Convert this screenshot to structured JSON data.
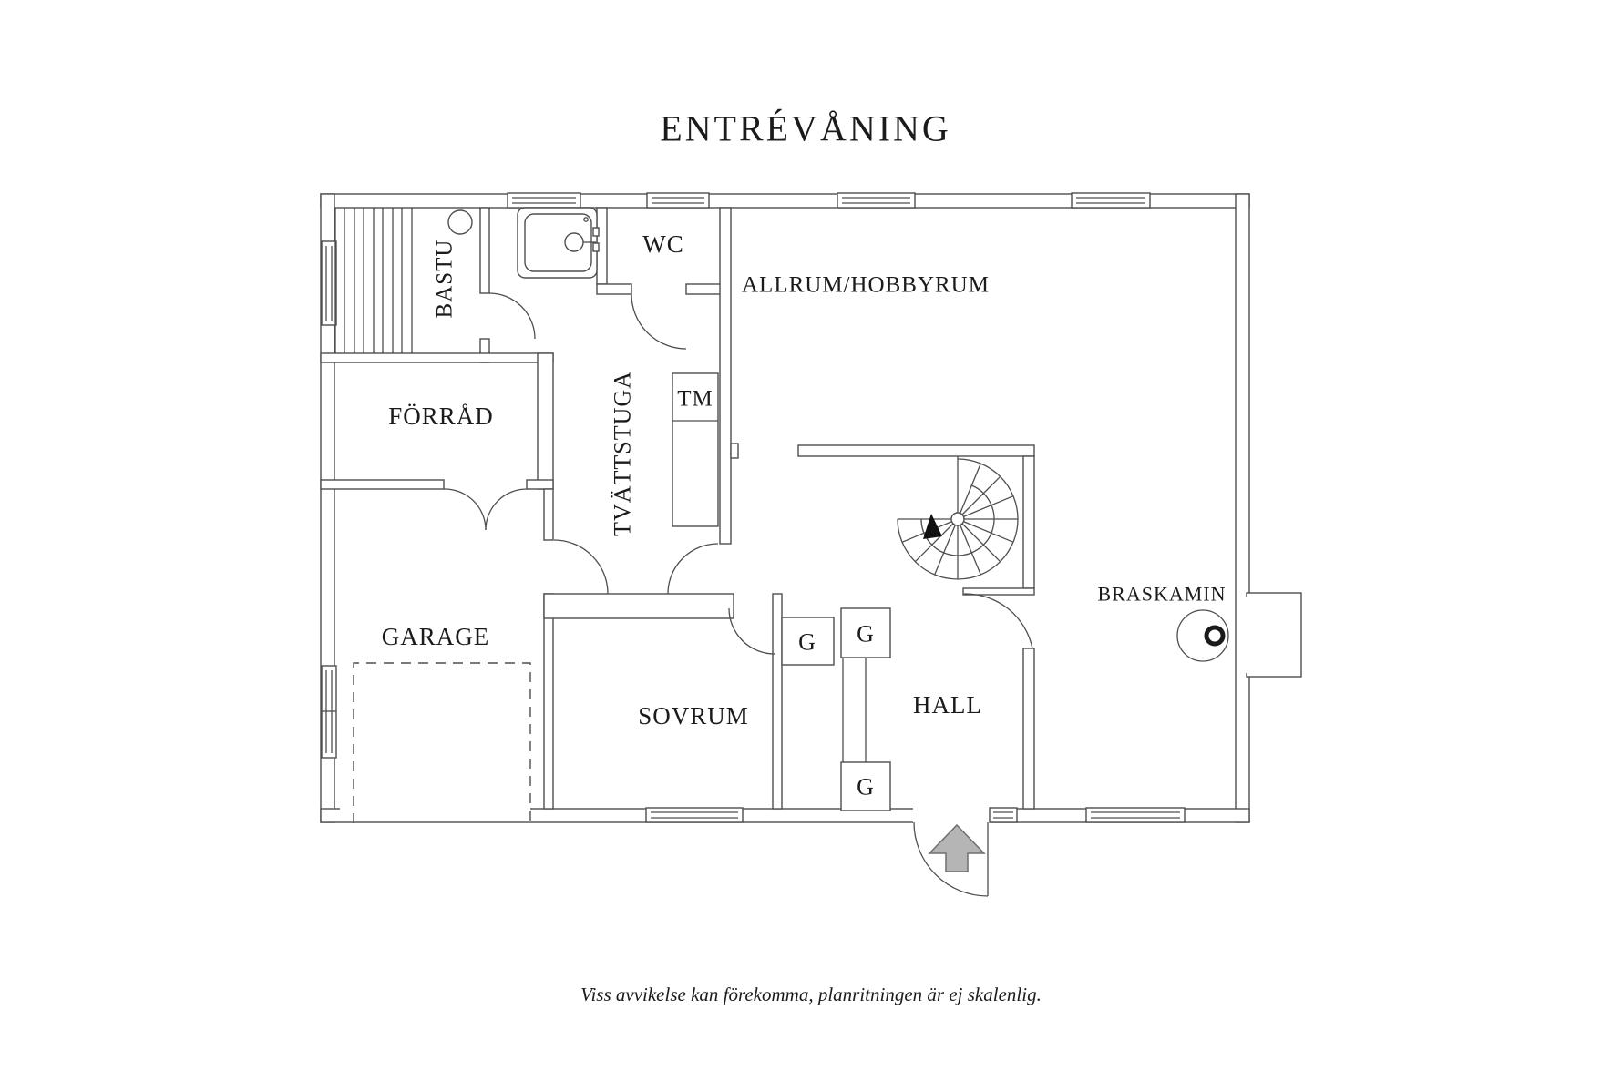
{
  "page": {
    "background": "#ffffff",
    "line_color": "#4e4e4e",
    "text_color": "#1b1b1b",
    "arrow_fill": "#b5b5b5",
    "arrow_stroke": "#6f6f6f"
  },
  "title": "ENTRÉVÅNING",
  "caption": "Viss avvikelse kan förekomma, planritningen är ej skalenlig.",
  "rooms": {
    "bastu": "BASTU",
    "wc": "WC",
    "forrad": "FÖRRÅD",
    "tvattstuga": "TVÄTTSTUGA",
    "allrum": "ALLRUM/HOBBYRUM",
    "garage": "GARAGE",
    "sovrum": "SOVRUM",
    "hall": "HALL",
    "braskamin": "BRASKAMIN"
  },
  "fixtures": {
    "tm": "TM",
    "g1": "G",
    "g2": "G",
    "g3": "G"
  }
}
